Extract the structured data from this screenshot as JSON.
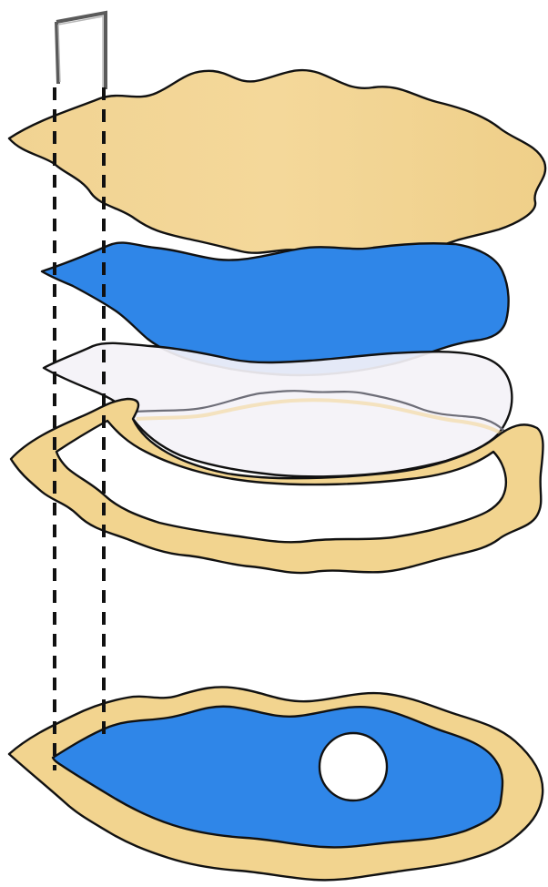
{
  "diagram": {
    "description_hidden": "",
    "layers": [
      {
        "name": "top-shell",
        "fill": "#f2d48f"
      },
      {
        "name": "blue-layer",
        "fill": "#2f86e8"
      },
      {
        "name": "translucent-layer",
        "fill": "#f4f2f7"
      },
      {
        "name": "bottom-shell-ring",
        "fill": "#f2d48f"
      },
      {
        "name": "assembled-shell",
        "fill": "#f2d48f",
        "inner_fill": "#2f86e8"
      }
    ],
    "pearl": {
      "fill": "#ffffff"
    },
    "pin": {
      "color": "#6b6b6b"
    }
  }
}
